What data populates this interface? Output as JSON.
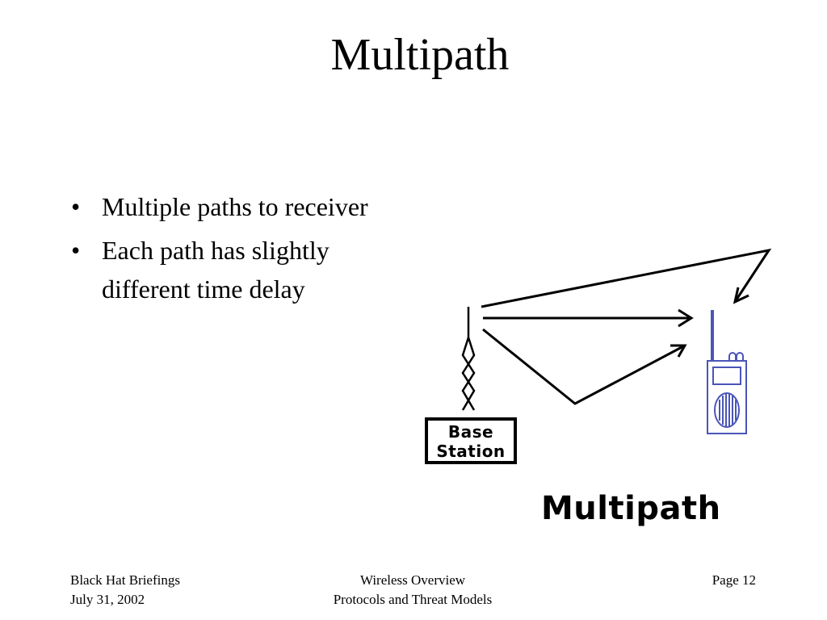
{
  "slide": {
    "title": "Multipath",
    "bullets": [
      "Multiple paths to receiver",
      "Each path has slightly different time delay"
    ],
    "bullet_symbol": "•"
  },
  "diagram": {
    "base_station_label": [
      "Base",
      "Station"
    ],
    "caption": "Multipath",
    "icons": [
      "antenna-tower-icon",
      "handheld-receiver-icon"
    ],
    "receiver_color": "#4a55b8"
  },
  "footer": {
    "left": [
      "Black Hat Briefings",
      "July 31, 2002"
    ],
    "center": [
      "Wireless Overview",
      "Protocols and Threat Models"
    ],
    "right": "Page 12"
  }
}
